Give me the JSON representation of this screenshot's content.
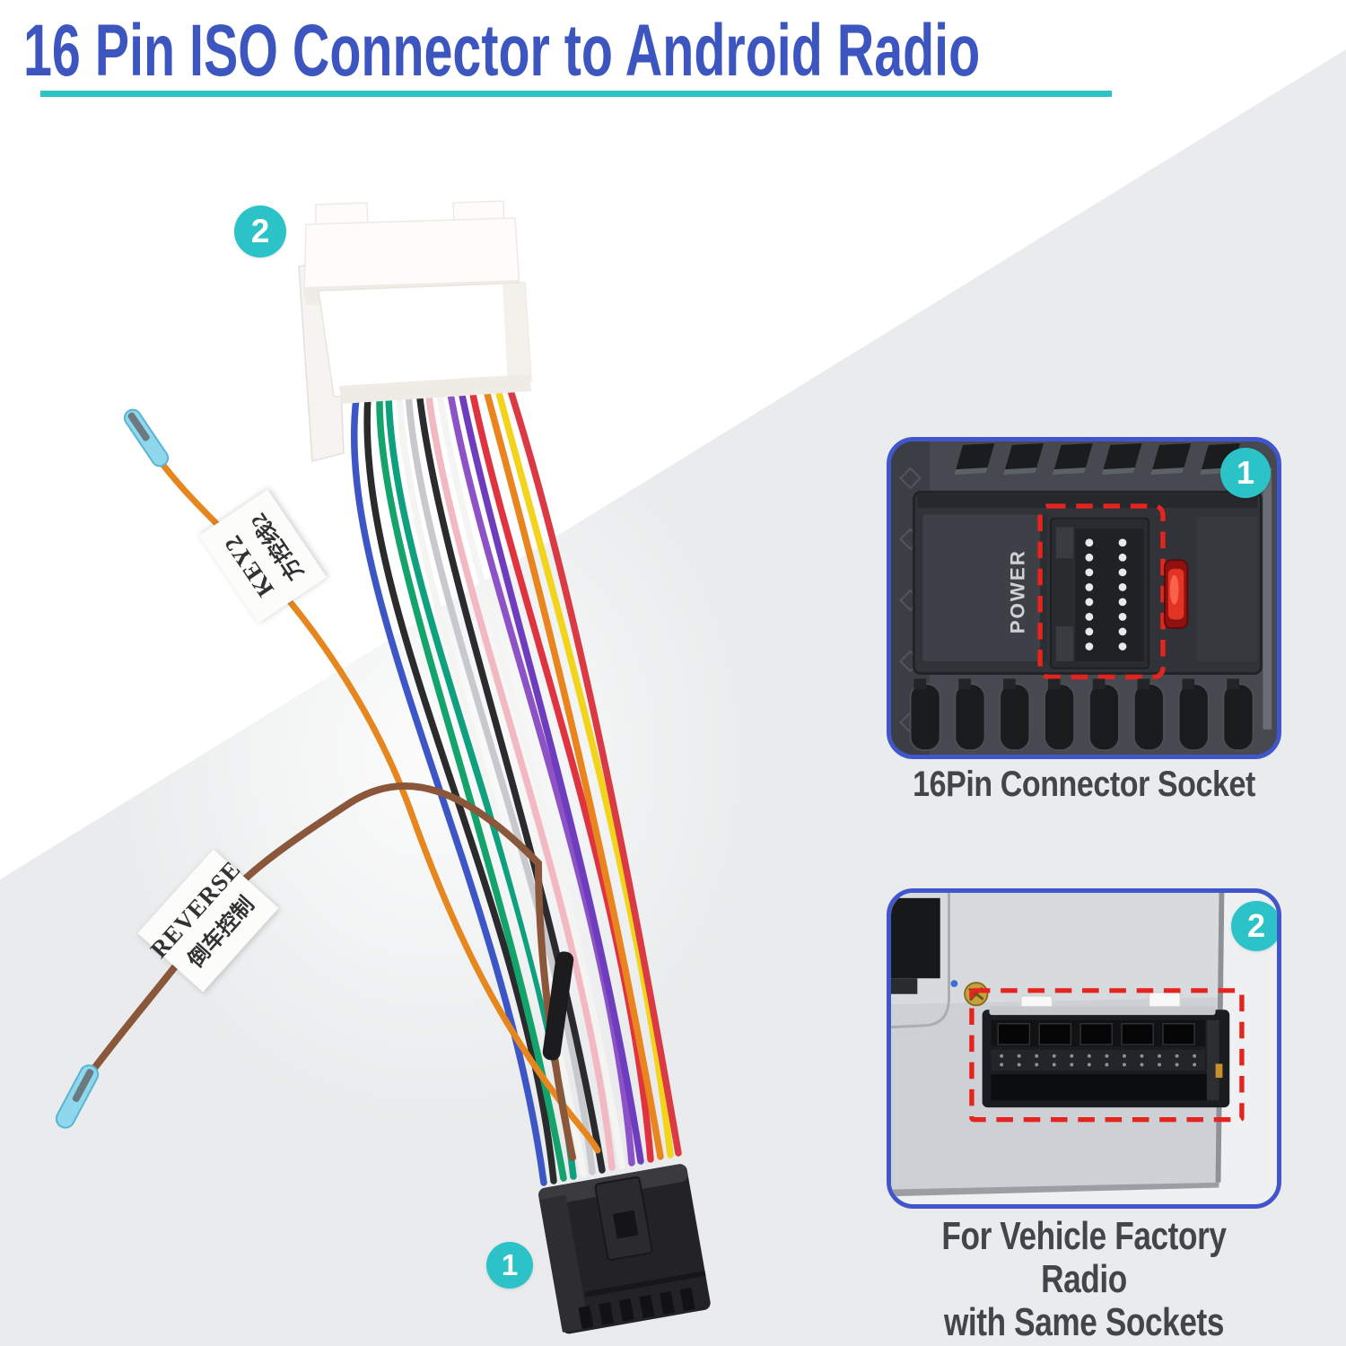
{
  "title": {
    "text": "16 Pin ISO Connector to Android Radio"
  },
  "theme": {
    "title_blue": "#3c55bf",
    "underline_teal": "#2ec3c3",
    "badge_teal": "#2cc3c8",
    "background_gray": "#e9ebec",
    "caption_gray": "#42464a",
    "inset_border_blue": "#4156ca",
    "highlight_red": "#e52420"
  },
  "main_image": {
    "iso_connector_badge": "2",
    "radio_connector_badge": "1",
    "wire_tags": [
      {
        "line1": "KEY2",
        "line2": "方控线2"
      },
      {
        "line1": "REVERSE",
        "line2": "倒车控制"
      }
    ],
    "key2_wire_color": "#e5861f",
    "reverse_wire_color": "#8a573a",
    "wire_colors": [
      "#3d56c6",
      "#2b2b2e",
      "#14a36b",
      "#0fa080",
      "#f4f4f2",
      "#c7c9cc",
      "#2b2b2e",
      "#f3b9c2",
      "#f4f4f2",
      "#8d52c6",
      "#6e3dbd",
      "#df3340",
      "#e8851e",
      "#f2d41d",
      "#d93a43"
    ]
  },
  "insets": [
    {
      "badge": "1",
      "caption": "16Pin Connector Socket",
      "panel_text": "POWER"
    },
    {
      "badge": "2",
      "caption_line1": "For Vehicle Factory Radio",
      "caption_line2": "with Same Sockets"
    }
  ]
}
